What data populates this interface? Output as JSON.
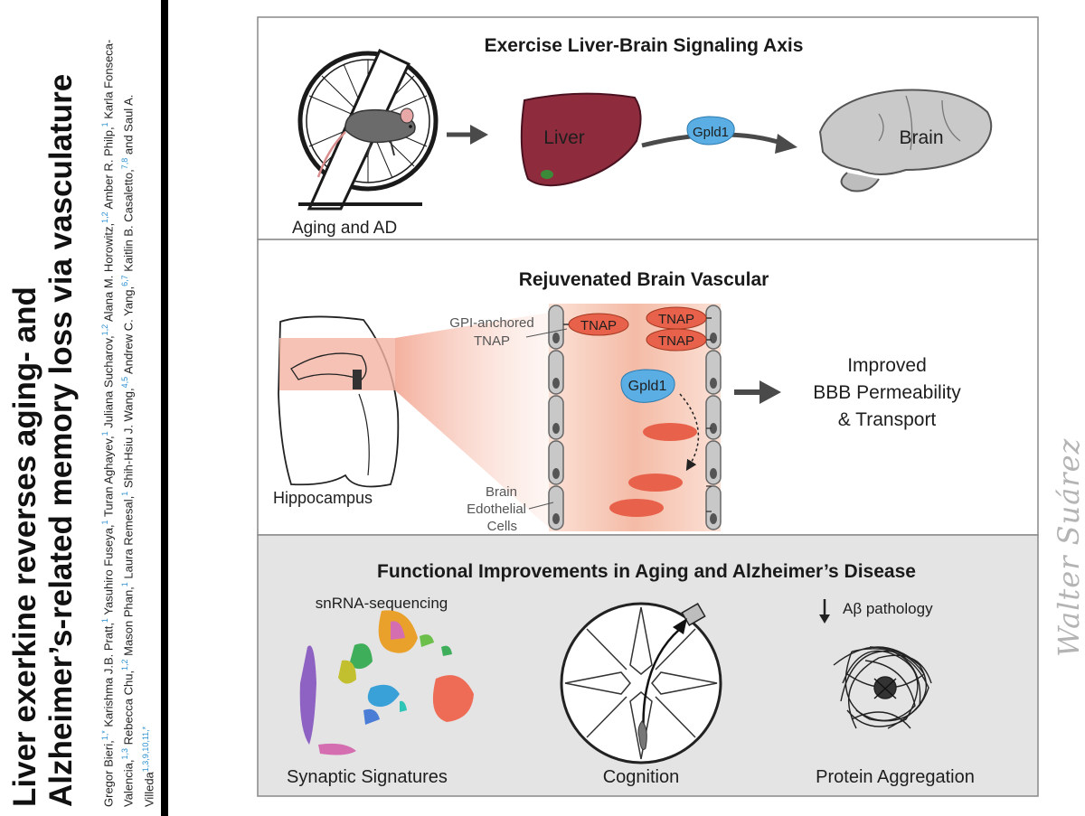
{
  "paper": {
    "title_line1": "Liver exerkine reverses aging- and",
    "title_line2": "Alzheimer’s-related memory loss via vasculature",
    "authors": [
      {
        "name": "Gregor Bieri,",
        "sup": "1,*"
      },
      {
        "name": "Karishma J.B. Pratt,",
        "sup": "1"
      },
      {
        "name": "Yasuhiro Fuseya,",
        "sup": "1"
      },
      {
        "name": "Turan Aghayev,",
        "sup": "1"
      },
      {
        "name": "Juliana Sucharov,",
        "sup": "1,2"
      },
      {
        "name": "Alana M. Horowitz,",
        "sup": "1,2"
      },
      {
        "name": "Amber R. Philp,",
        "sup": "1"
      },
      {
        "name": "Karla Fonseca-Valencia,",
        "sup": "1,3"
      },
      {
        "name": "Rebecca Chu,",
        "sup": "1,2"
      },
      {
        "name": "Mason Phan,",
        "sup": "1"
      },
      {
        "name": "Laura Remesal,",
        "sup": "1"
      },
      {
        "name": "Shih-Hsiu J. Wang,",
        "sup": "4,5"
      },
      {
        "name": "Andrew C. Yang,",
        "sup": "6,7"
      },
      {
        "name": "Kaitlin B. Casaletto,",
        "sup": "7,8"
      },
      {
        "name": "and Saul A. Villeda",
        "sup": "1,3,9,10,11,*"
      }
    ]
  },
  "watermark": "Walter Suárez",
  "panel1": {
    "title": "Exercise Liver-Brain Signaling Axis",
    "aging_label": "Aging and AD",
    "liver_label": "Liver",
    "gpld1_label": "Gpld1",
    "brain_label": "Brain"
  },
  "panel2": {
    "title": "Rejuvenated Brain Vascular",
    "hippocampus_label": "Hippocampus",
    "gpi_label_line1": "GPI-anchored",
    "gpi_label_line2": "TNAP",
    "tnap_label": "TNAP",
    "gpld1_label": "Gpld1",
    "endothelial_line1": "Brain",
    "endothelial_line2": "Edothelial",
    "endothelial_line3": "Cells",
    "result_line1": "Improved",
    "result_line2": "BBB Permeability",
    "result_line3": "& Transport"
  },
  "panel3": {
    "title": "Functional Improvements in Aging and Alzheimer’s Disease",
    "snrna_label": "snRNA-sequencing",
    "synaptic_label": "Synaptic Signatures",
    "cognition_label": "Cognition",
    "abeta_label": "Aβ pathology",
    "protein_label": "Protein Aggregation"
  },
  "colors": {
    "liver": "#8e2c3e",
    "gpld1": "#5aaee3",
    "tnap": "#e8624b",
    "brain": "#c8c8c8",
    "panel3_bg": "#e4e4e4",
    "vessel": "#f6c7b6"
  }
}
